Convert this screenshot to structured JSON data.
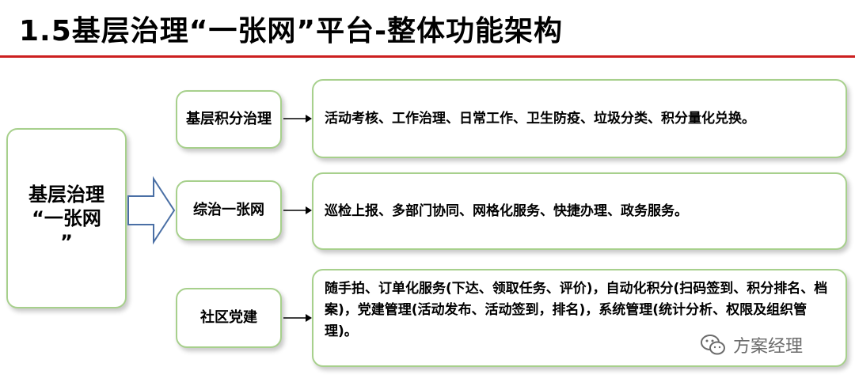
{
  "header": {
    "title": "1.5基层治理“一张网”平台-整体功能架构"
  },
  "diagram": {
    "root": {
      "label": "基层治理\n“一张网\n”"
    },
    "modules": [
      {
        "label": "基层积分治理",
        "description": "活动考核、工作治理、日常工作、卫生防疫、垃圾分类、积分量化兑换。"
      },
      {
        "label": "综治一张网",
        "description": "巡检上报、多部门协同、网格化服务、快捷办理、政务服务。"
      },
      {
        "label": "社区党建",
        "description": "随手拍、订单化服务(下达、领取任务、评价)，自动化积分(扫码签到、积分排名、档案)，党建管理(活动发布、活动签到，排名)，系统管理(统计分析、权限及组织管理)。"
      }
    ]
  },
  "watermark": {
    "text": "方案经理",
    "icon": "wechat-icon"
  },
  "colors": {
    "title_rule": "#cc1f1f",
    "box_border": "#a7d08c",
    "big_arrow_stroke": "#4a6fa5"
  }
}
